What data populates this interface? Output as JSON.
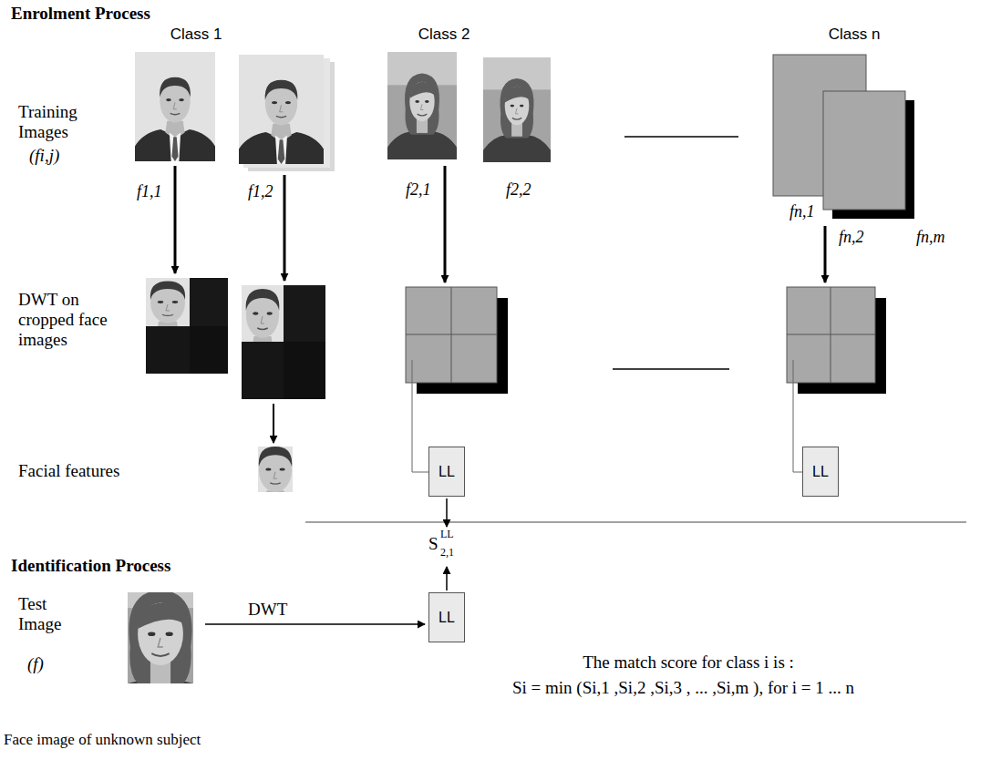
{
  "diagram": {
    "nodes": [
      {
        "text": [
          "LL"
        ]
      },
      {
        "text": [
          "LL"
        ]
      },
      {
        "text": [
          "LL"
        ]
      }
    ],
    "labels": [
      "Enrolment Process",
      "Class 1",
      "Class 2",
      "Class n",
      "Training Images",
      "(fi,j)",
      "f1,1",
      "f1,2",
      "f2,1",
      "f2,2",
      "fn,1",
      "fn,2",
      "fn,m",
      "DWT on cropped face images",
      "Facial features",
      "S",
      "LL",
      "2,1",
      "Identification Process",
      "Test Image",
      "(f)",
      "DWT",
      "Face image of unknown subject",
      "The match score for class i is :",
      "Si = min (Si,1 ,Si,2 ,Si,3 , ... ,Si,m ), for i = 1 ... n"
    ]
  }
}
